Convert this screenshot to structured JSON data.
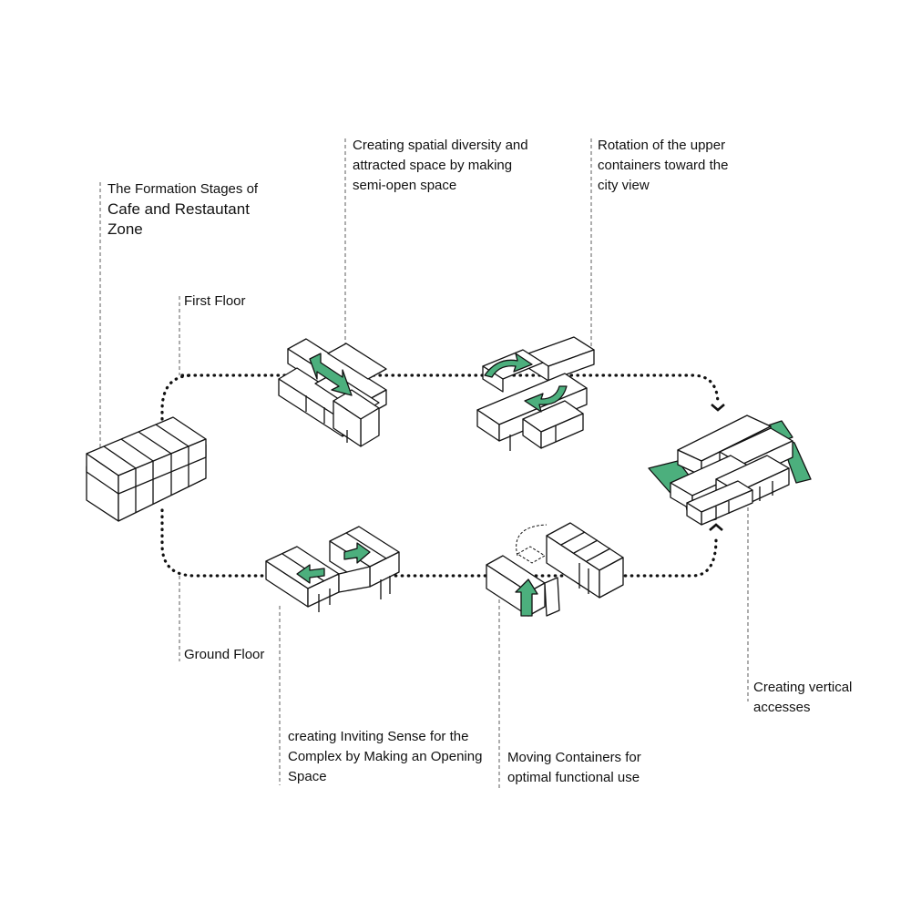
{
  "title": {
    "line1": "The Formation Stages of",
    "line2": "Cafe and Restautant",
    "line3": "Zone"
  },
  "labels": {
    "first_floor": "First Floor",
    "ground_floor": "Ground Floor",
    "spatial_diversity": [
      "Creating spatial diversity and",
      "attracted space by making",
      "semi-open space"
    ],
    "rotation": [
      "Rotation of the upper",
      "containers toward the",
      "city view"
    ],
    "inviting_sense": [
      "creating Inviting Sense for the",
      "Complex by Making an Opening",
      "Space"
    ],
    "moving_containers": [
      "Moving Containers for",
      "optimal functional use"
    ],
    "vertical_access": [
      "Creating vertical",
      "accesses"
    ]
  },
  "colors": {
    "accent": "#4caf7d",
    "stroke": "#111111",
    "leader": "#8a8a8a",
    "path": "#111111",
    "fill": "#ffffff"
  },
  "icons": {
    "move_arrow": "double-arrow-icon",
    "rotate_arrow": "rotation-arrow-icon",
    "path_arrowhead": "chevron-icon"
  }
}
